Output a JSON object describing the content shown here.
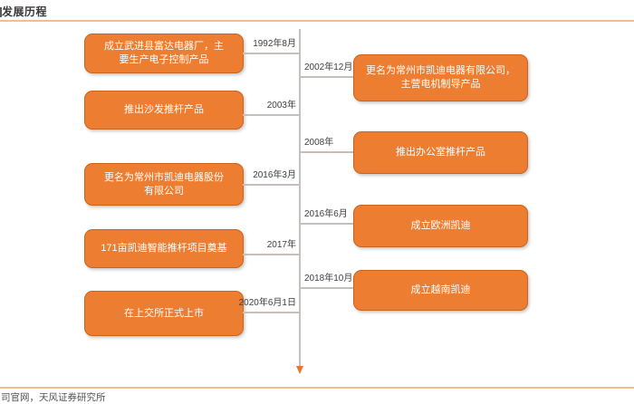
{
  "title": "发展历程",
  "footer": {
    "source_text": "司官网，天风证券研究所"
  },
  "colors": {
    "accent_orange": "#ED7D31",
    "box_border_orange": "#C9641E",
    "rule_light_orange": "#F3BD90",
    "timeline_gray": "#C4C0BD",
    "date_text": "#404040"
  },
  "timeline": {
    "left": [
      {
        "date": "1992年8月",
        "label": "成立武进县富达电器厂，主要生产电子控制产品"
      },
      {
        "date": "2003年",
        "label": "推出沙发推杆产品"
      },
      {
        "date": "2016年3月",
        "label": "更名为常州市凯迪电器股份有限公司"
      },
      {
        "date": "2017年",
        "label": "171亩凯迪智能推杆项目奠基"
      },
      {
        "date": "2020年6月1日",
        "label": "在上交所正式上市"
      }
    ],
    "right": [
      {
        "date": "2002年12月",
        "label": "更名为常州市凯迪电器有限公司，主营电机制导产品"
      },
      {
        "date": "2008年",
        "label": "推出办公室推杆产品"
      },
      {
        "date": "2016年6月",
        "label": "成立欧洲凯迪"
      },
      {
        "date": "2018年10月",
        "label": "成立越南凯迪"
      }
    ]
  }
}
